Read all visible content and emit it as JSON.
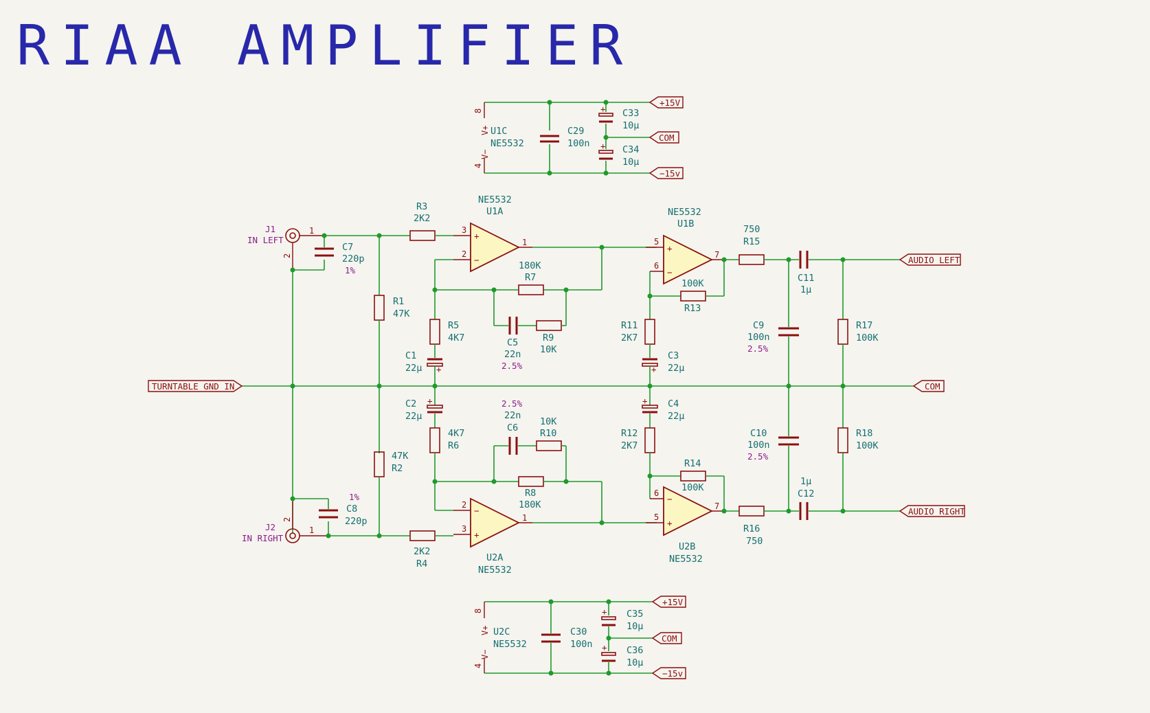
{
  "title": "RIAA AMPLIFIER",
  "net_labels": {
    "p15_top": "+15V",
    "com_top": "COM",
    "m15_top": "−15v",
    "turntable": "TURNTABLE GND IN",
    "com_mid": "COM",
    "audio_left": "AUDIO LEFT",
    "audio_right": "AUDIO RIGHT",
    "p15_bot": "+15V",
    "com_bot": "COM",
    "m15_bot": "−15v"
  },
  "refs": {
    "U1C": "U1C",
    "U1C_val": "NE5532",
    "C29": "C29",
    "C29_val": "100n",
    "C33": "C33",
    "C33_val": "10µ",
    "C34": "C34",
    "C34_val": "10µ",
    "U1A_val": "NE5532",
    "U1A": "U1A",
    "U1B_val": "NE5532",
    "U1B": "U1B",
    "J1": "J1",
    "J1_val": "IN LEFT",
    "R3": "R3",
    "R3_val": "2K2",
    "C7": "C7",
    "C7_val": "220p",
    "C7_tol": "1%",
    "R1": "R1",
    "R1_val": "47K",
    "R5": "R5",
    "R5_val": "4K7",
    "R7_val": "180K",
    "R7": "R7",
    "C5": "C5",
    "C5_val": "22n",
    "C5_tol": "2.5%",
    "R9": "R9",
    "R9_val": "10K",
    "C1": "C1",
    "C1_val": "22µ",
    "R11": "R11",
    "R11_val": "2K7",
    "C3": "C3",
    "C3_val": "22µ",
    "R13_val": "100K",
    "R13": "R13",
    "R15_val": "750",
    "R15": "R15",
    "C11": "C11",
    "C11_val": "1µ",
    "C9": "C9",
    "C9_val": "100n",
    "C9_tol": "2.5%",
    "R17": "R17",
    "R17_val": "100K",
    "C2": "C2",
    "C2_val": "22µ",
    "R6_val": "4K7",
    "R6": "R6",
    "C6_tol": "2.5%",
    "C6_val": "22n",
    "C6": "C6",
    "R10_val": "10K",
    "R10": "R10",
    "R8": "R8",
    "R8_val": "180K",
    "R2_val": "47K",
    "R2": "R2",
    "C4": "C4",
    "C4_val": "22µ",
    "R12": "R12",
    "R12_val": "2K7",
    "R14": "R14",
    "R14_val": "100K",
    "C10": "C10",
    "C10_val": "100n",
    "C10_tol": "2.5%",
    "R18": "R18",
    "R18_val": "100K",
    "C12_val": "1µ",
    "C12": "C12",
    "R16": "R16",
    "R16_val": "750",
    "J2": "J2",
    "J2_val": "IN RIGHT",
    "C8_tol": "1%",
    "C8": "C8",
    "C8_val": "220p",
    "R4_val": "2K2",
    "R4": "R4",
    "U2A": "U2A",
    "U2A_val": "NE5532",
    "U2B": "U2B",
    "U2B_val": "NE5532",
    "U2C": "U2C",
    "U2C_val": "NE5532",
    "C30": "C30",
    "C30_val": "100n",
    "C35": "C35",
    "C35_val": "10µ",
    "C36": "C36",
    "C36_val": "10µ"
  },
  "pins": {
    "p1": "1",
    "p2": "2",
    "p3": "3",
    "p4": "4",
    "p5": "5",
    "p6": "6",
    "p7": "7",
    "p8": "8",
    "vplus": "V+",
    "vminus": "V−",
    "plus": "+",
    "minus": "−"
  }
}
